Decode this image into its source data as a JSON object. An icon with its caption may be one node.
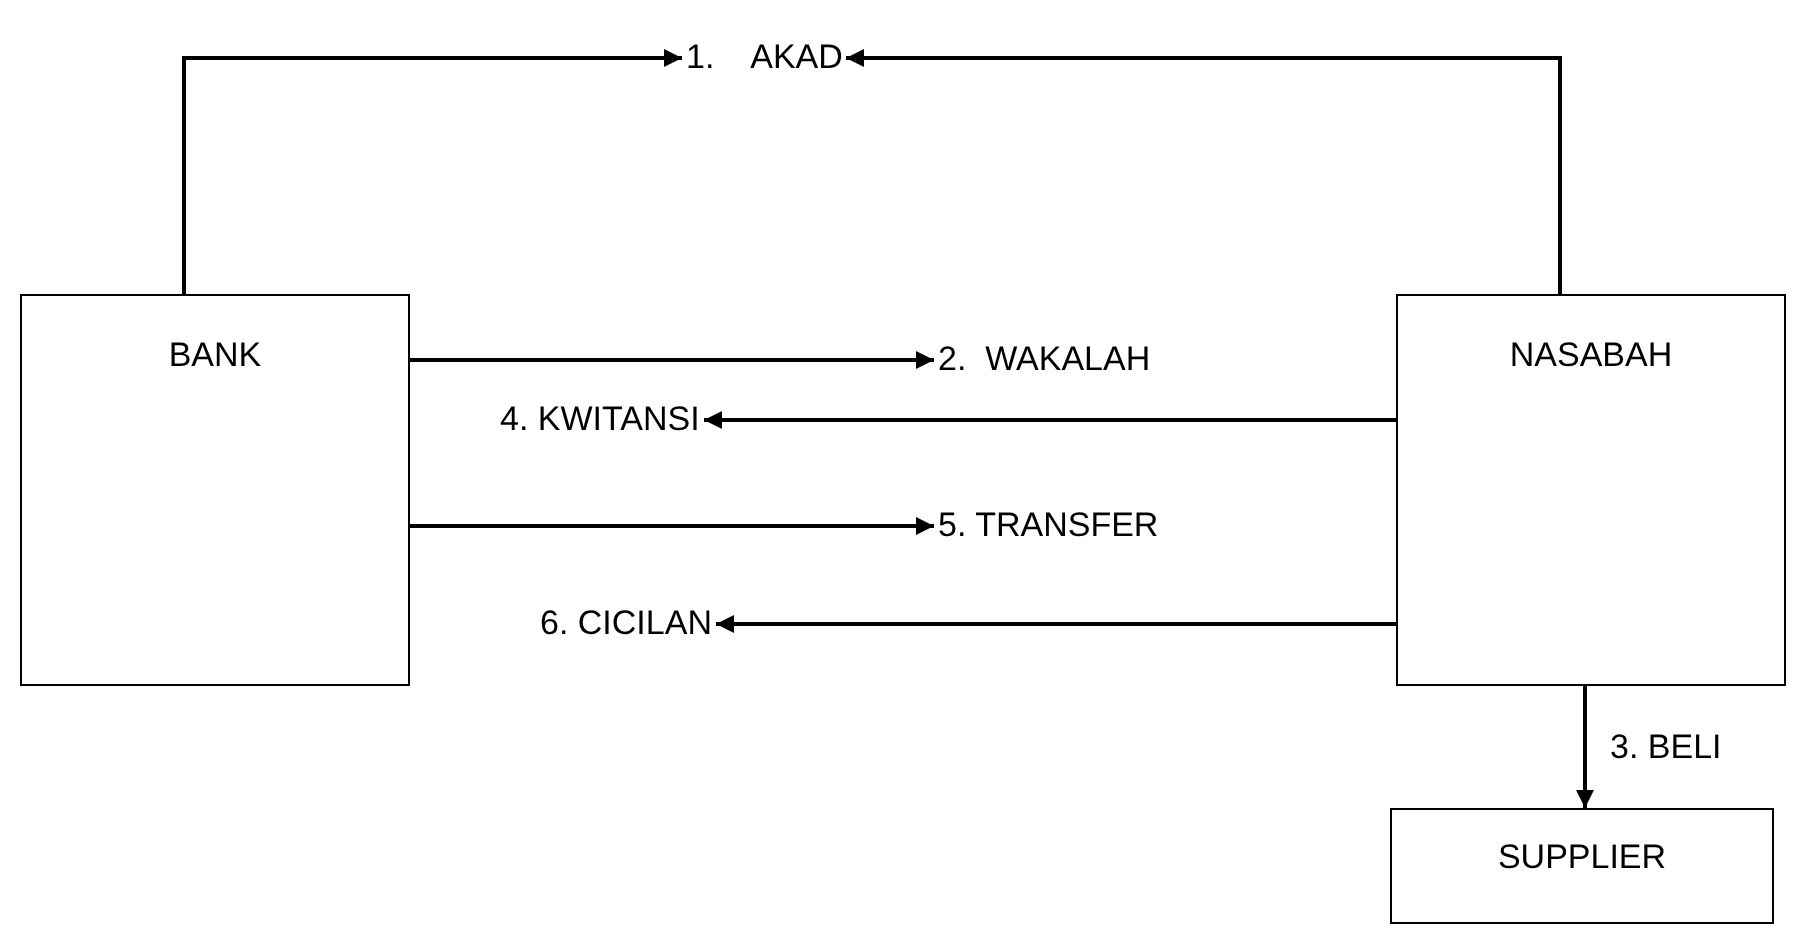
{
  "diagram": {
    "nodes": [
      {
        "text": [
          "BANK"
        ]
      },
      {
        "text": [
          "1.    AKAD"
        ]
      },
      {
        "text": [
          "NASABAH"
        ]
      },
      {
        "text": [
          "2.  WAKALAH"
        ]
      },
      {
        "text": [
          "4. KWITANSI"
        ]
      },
      {
        "text": [
          "5. TRANSFER"
        ]
      },
      {
        "text": [
          "6. CICILAN"
        ]
      },
      {
        "text": [
          "SUPPLIER"
        ]
      }
    ],
    "edges": [
      {
        "from": 0,
        "to": 1,
        "arrow": "to"
      },
      {
        "from": 2,
        "to": 1,
        "arrow": "to"
      },
      {
        "from": 0,
        "to": 3,
        "arrow": "to"
      },
      {
        "from": 2,
        "to": 4,
        "arrow": "to"
      },
      {
        "from": 0,
        "to": 5,
        "arrow": "to"
      },
      {
        "from": 2,
        "to": 6,
        "arrow": "to"
      },
      {
        "from": 2,
        "to": 7,
        "arrow": "to",
        "label": "3. BELI"
      }
    ]
  }
}
